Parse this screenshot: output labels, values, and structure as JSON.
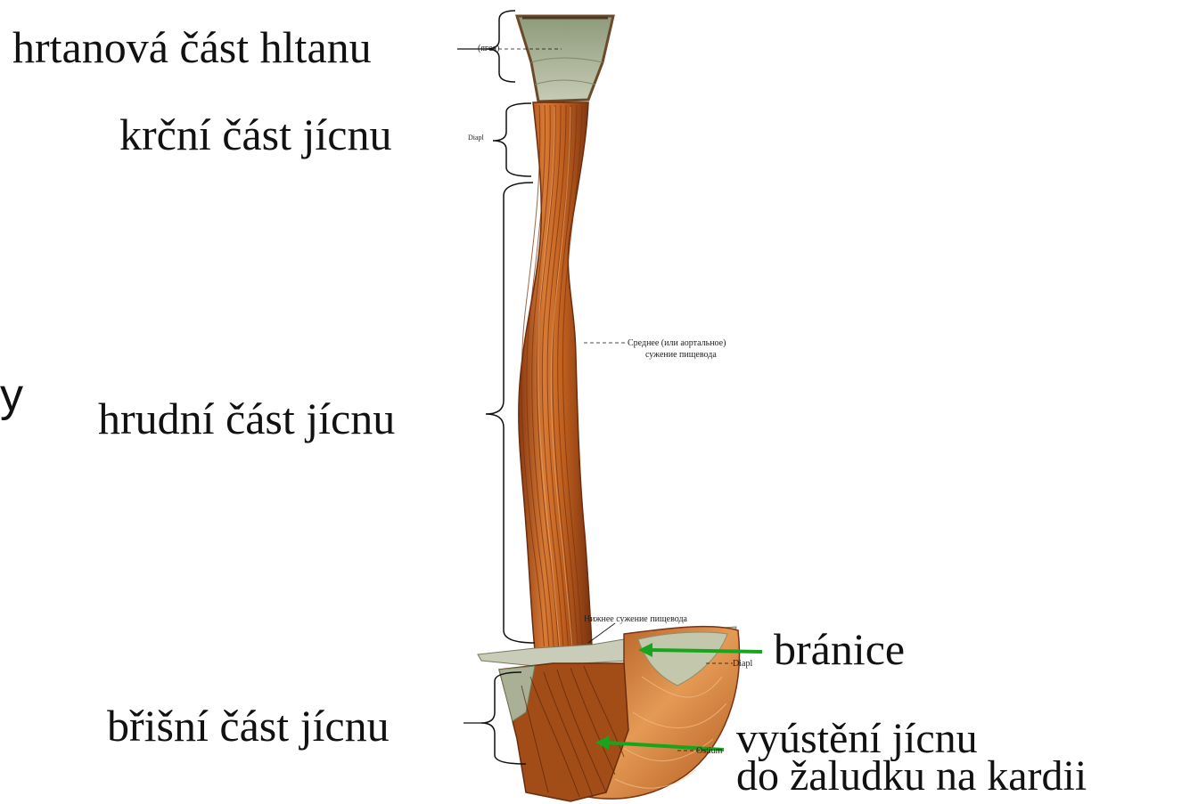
{
  "labels": {
    "laryngopharynx": "hrtanová část hltanu",
    "cervical": "krční část jícnu",
    "thoracic": "hrudní část jícnu",
    "abdominal": "břišní část jícnu",
    "diaphragm": "bránice",
    "cardia_line1": "vyústění jícnu",
    "cardia_line2": "do žaludku na kardii"
  },
  "edge_fragment": "y",
  "small_labels": {
    "top": "(ягса)",
    "cervical": "Diapl",
    "middle_line1": "Среднее (или аортальное)",
    "middle_line2": "сужение пищевода",
    "lower": "Нижнее сужение пищевода",
    "diaph": "Diapl",
    "ostium": "Ostium"
  },
  "colors": {
    "muscle": "#c1601f",
    "muscle_dark": "#7a3210",
    "muscle_light": "#e08a45",
    "mucosa": "#a4ad8e",
    "arrow": "#17a51d"
  }
}
